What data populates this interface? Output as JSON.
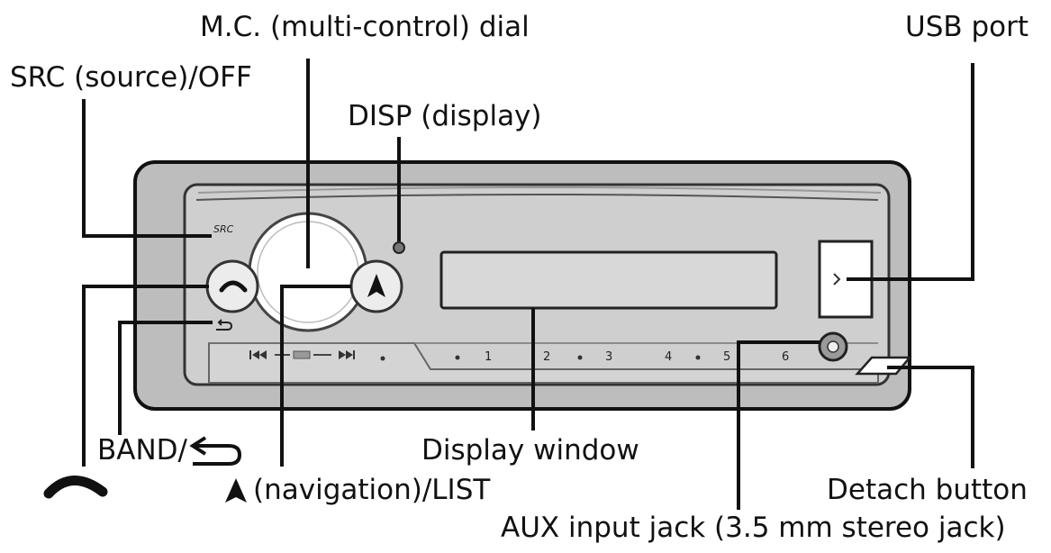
{
  "labels": {
    "mc_dial": "M.C. (multi-control) dial",
    "usb_port": "USB port",
    "src_off": "SRC (source)/OFF",
    "disp": "DISP (display)",
    "band": "BAND/",
    "display_window": "Display window",
    "navigation": "(navigation)/LIST",
    "detach_button": "Detach button",
    "aux_jack": "AUX input jack (3.5 mm stereo jack)"
  },
  "panel_text": {
    "src": "SRC",
    "preset_1": "1",
    "preset_2": "2",
    "preset_3": "3",
    "preset_4": "4",
    "preset_5": "5",
    "preset_6": "6"
  },
  "icons": {
    "phone": "phone-icon",
    "back": "return-arrow-icon",
    "navigation": "navigation-arrow-icon",
    "prev_track": "previous-track-icon",
    "next_track": "next-track-icon",
    "usb_arrow": "chevron-right-icon"
  },
  "colors": {
    "outer_panel": "#bdbdbd",
    "inner_panel": "#cfcfcf",
    "dial": "#ffffff",
    "line": "#111111"
  }
}
